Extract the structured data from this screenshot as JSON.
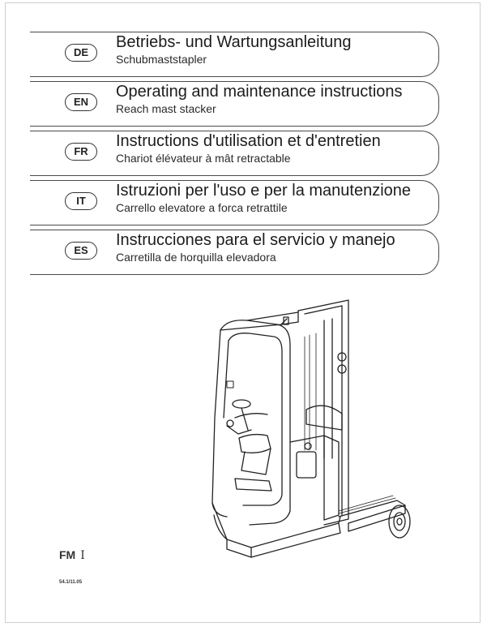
{
  "languages": [
    {
      "code": "DE",
      "title": "Betriebs- und Wartungsanleitung",
      "subtitle": "Schubmaststapler"
    },
    {
      "code": "EN",
      "title": "Operating and maintenance instructions",
      "subtitle": "Reach mast stacker"
    },
    {
      "code": "FR",
      "title": "Instructions d'utilisation et d'entretien",
      "subtitle": "Chariot élévateur à mât retractable"
    },
    {
      "code": "IT",
      "title": "Istruzioni per l'uso e per la manutenzione",
      "subtitle": "Carrello elevatore a forca retrattile"
    },
    {
      "code": "ES",
      "title": "Instrucciones para el servicio y manejo",
      "subtitle": "Carretilla de horquilla elevadora"
    }
  ],
  "model": {
    "name": "FM",
    "variant": "I"
  },
  "document_code": "54.1/11.05"
}
